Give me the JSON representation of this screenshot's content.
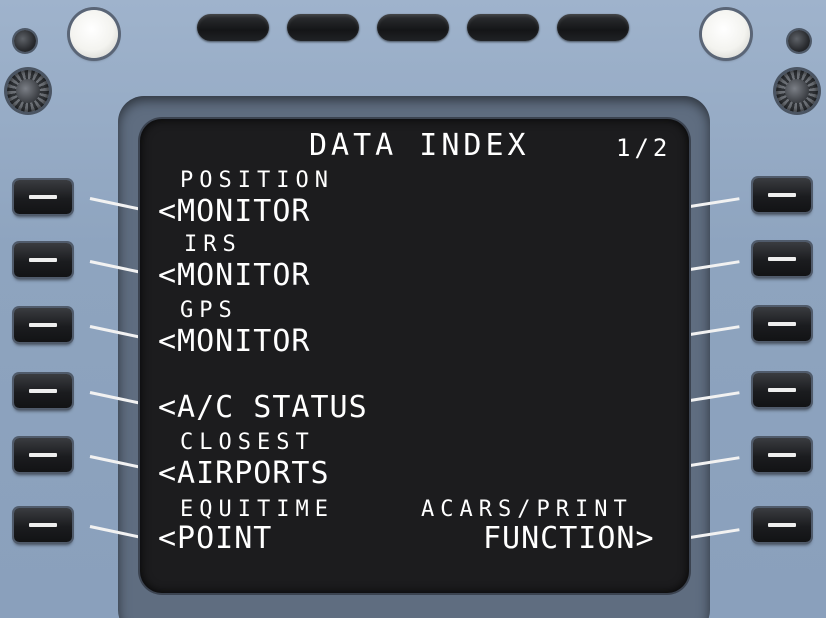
{
  "screen": {
    "title": "DATA INDEX",
    "page": "1/2"
  },
  "left": {
    "lsk1": {
      "label": "POSITION",
      "action": "<MONITOR"
    },
    "lsk2": {
      "label": "IRS",
      "action": "<MONITOR"
    },
    "lsk3": {
      "label": "GPS",
      "action": "<MONITOR"
    },
    "lsk4": {
      "label": "",
      "action": "<A/C STATUS"
    },
    "lsk5": {
      "label": "CLOSEST",
      "action": "<AIRPORTS"
    },
    "lsk6": {
      "label": "EQUITIME",
      "action": "<POINT"
    }
  },
  "right": {
    "rsk6": {
      "label": "ACARS/PRINT",
      "action": "FUNCTION>"
    }
  },
  "colors": {
    "bezel": "#8ea4bf",
    "screen": "#1c1c1e",
    "text": "#ffffff"
  }
}
